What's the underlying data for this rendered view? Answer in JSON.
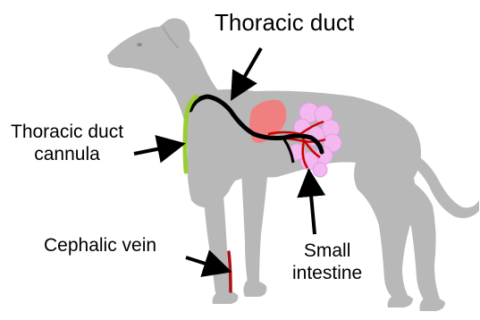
{
  "labels": {
    "thoracic_duct": "Thoracic duct",
    "cannula_line1": "Thoracic duct",
    "cannula_line2": "cannula",
    "cephalic_vein": "Cephalic vein",
    "intestine_line1": "Small",
    "intestine_line2": "intestine"
  },
  "colors": {
    "dog_body": "#b8b8b8",
    "thoracic_duct": "#000000",
    "cannula": "#9acd32",
    "liver": "#f08080",
    "intestine": "#f3b8f0",
    "vessels": "#cc0000",
    "cephalic_vein": "#aa1111"
  }
}
